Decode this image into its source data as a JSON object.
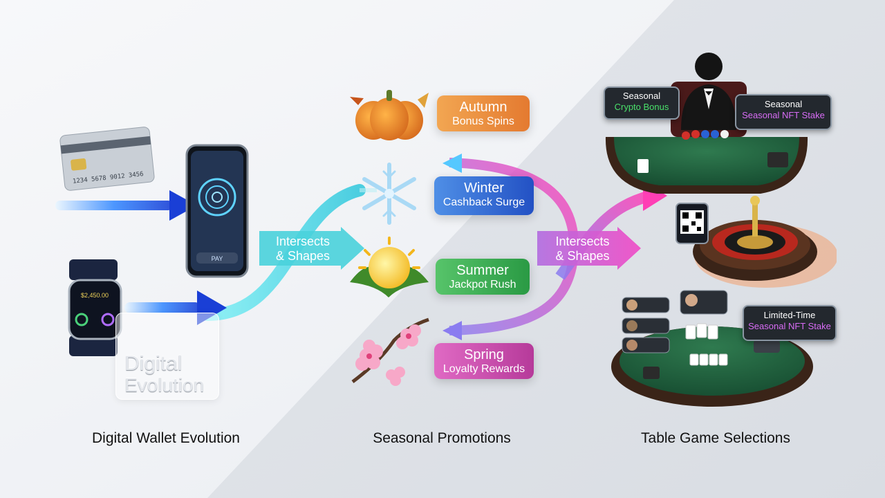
{
  "wallet": {
    "caption": "Digital Wallet Evolution",
    "badge_line1": "Digital",
    "badge_line2": "Evolution",
    "card_text": "1234 5678 9012 3456",
    "phone_button": "PAY",
    "watch_balance": "$2,450.00"
  },
  "flow": {
    "left_intersect_line1": "Intersects",
    "left_intersect_line2": "& Shapes",
    "right_intersect_line1": "Intersects",
    "right_intersect_line2": "& Shapes"
  },
  "promotions": {
    "caption": "Seasonal Promotions",
    "items": [
      {
        "season": "Autumn",
        "offer": "Bonus Spins",
        "icon": "pumpkin-icon",
        "color": "#e8833a"
      },
      {
        "season": "Winter",
        "offer": "Cashback Surge",
        "icon": "snowflake-icon",
        "color": "#2f6fd1"
      },
      {
        "season": "Summer",
        "offer": "Jackpot Rush",
        "icon": "sun-icon",
        "color": "#2fa84f"
      },
      {
        "season": "Spring",
        "offer": "Loyalty Rewards",
        "icon": "cherry-blossom-icon",
        "color": "#d04aa8"
      }
    ]
  },
  "tables": {
    "caption": "Table Game Selections",
    "tag_crypto_line1": "Seasonal",
    "tag_crypto_line2": "Crypto Bonus",
    "tag_nft_line1": "Seasonal",
    "tag_nft_line2": "Seasonal NFT Stake",
    "tag_limited_line1": "Limited-Time",
    "tag_limited_line2": "Seasonal NFT Stake"
  },
  "colors": {
    "cyan": "#3fd6e6",
    "magenta": "#e040c8",
    "felt": "#1f5a3a",
    "tag_green": "#49e06a",
    "tag_purple": "#d86cf5"
  }
}
